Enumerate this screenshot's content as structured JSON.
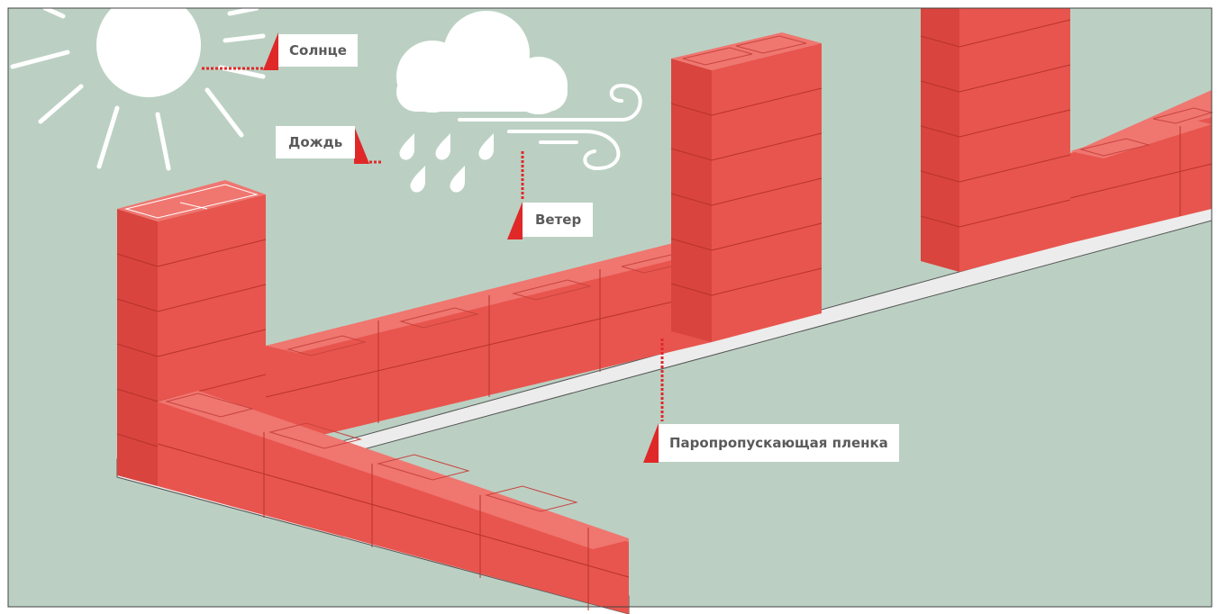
{
  "labels": {
    "sun": "Солнце",
    "rain": "Дождь",
    "wind": "Ветер",
    "film": "Паропропускающая пленка"
  },
  "colors": {
    "background": "#bbd0c3",
    "brick": "#e8554e",
    "brick_line": "#c43b36",
    "pointer": "#e02828",
    "film": "#ececec",
    "frame": "#444444"
  }
}
